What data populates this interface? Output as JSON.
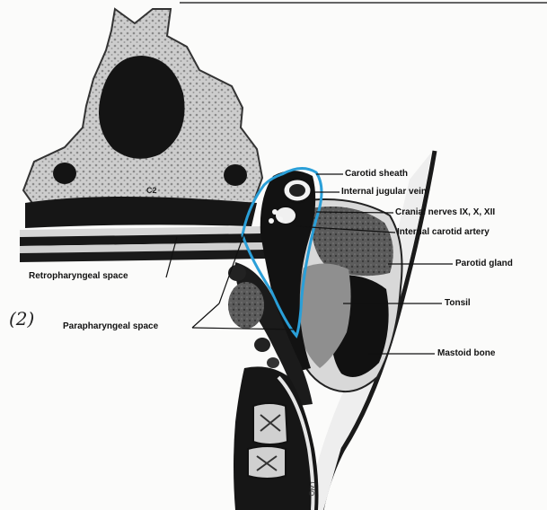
{
  "figure": {
    "vertebra_label": "C2",
    "annotation_number": "(2)",
    "artist_mark": "ORJ",
    "labels": {
      "carotid_sheath": "Carotid sheath",
      "internal_jugular_vein": "Internal jugular vein",
      "cranial_nerves": "Cranial nerves IX, X, XII",
      "internal_carotid_artery": "Internal carotid artery",
      "parotid_gland": "Parotid gland",
      "retropharyngeal_space": "Retropharyngeal space",
      "tonsil": "Tonsil",
      "parapharyngeal_space": "Parapharyngeal space",
      "mastoid_bone": "Mastoid bone"
    },
    "colors": {
      "carotid_sheath_outline": "#2a9fd8",
      "bone": "#c9c9c9",
      "dark_tissue": "#151515"
    }
  }
}
